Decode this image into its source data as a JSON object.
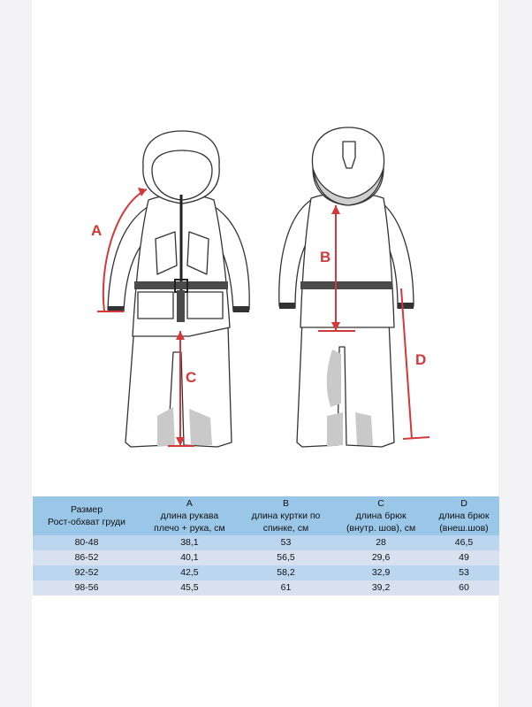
{
  "markers": {
    "a": "A",
    "b": "B",
    "c": "C",
    "d": "D"
  },
  "table": {
    "header": {
      "size_line1": "Размер",
      "size_line2": "Рост-обхват груди",
      "cols": [
        {
          "letter": "A",
          "line1": "длина рукава",
          "line2": "плечо + рука, см"
        },
        {
          "letter": "B",
          "line1": "длина куртки по",
          "line2": "спинке, см"
        },
        {
          "letter": "C",
          "line1": "длина брюк",
          "line2": "(внутр. шов), см"
        },
        {
          "letter": "D",
          "line1": "длина брюк",
          "line2": "(внеш.шов)"
        }
      ]
    },
    "rows": [
      {
        "size": "80-48",
        "a": "38,1",
        "b": "53",
        "c": "28",
        "d": "46,5"
      },
      {
        "size": "86-52",
        "a": "40,1",
        "b": "56,5",
        "c": "29,6",
        "d": "49"
      },
      {
        "size": "92-52",
        "a": "42,5",
        "b": "58,2",
        "c": "32,9",
        "d": "53"
      },
      {
        "size": "98-56",
        "a": "45,5",
        "b": "61",
        "c": "39,2",
        "d": "60"
      }
    ]
  },
  "colors": {
    "marker": "#d23a3a",
    "header_bg": "#9ac6e8",
    "row_a": "#bcd6ef",
    "row_b": "#d8e1ef"
  }
}
